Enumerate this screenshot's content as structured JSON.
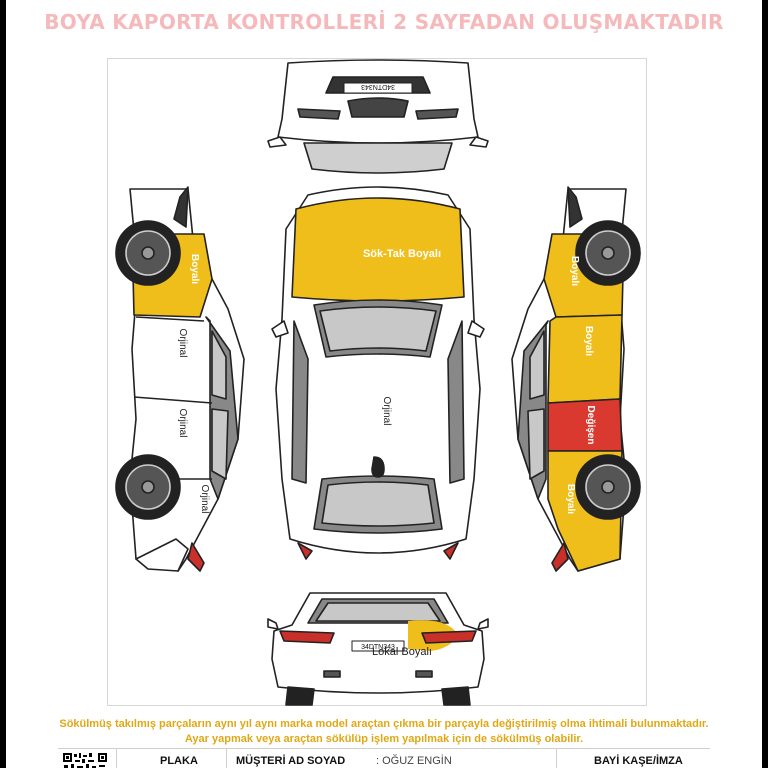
{
  "header": {
    "title": "BOYA KAPORTA KONTROLLERİ 2 SAYFADAN OLUŞMAKTADIR"
  },
  "diagram": {
    "plates": {
      "front": "34DTN343",
      "rear": "34DTN343"
    },
    "labels": {
      "hood": "Sök-Tak Boyalı",
      "roof": "Orjinal",
      "left_fender": "Boyalı",
      "left_front_door": "Orjinal",
      "left_rear_door": "Orjinal",
      "left_quarter": "Orjinal",
      "right_fender": "Boyalı",
      "right_front_door": "Boyalı",
      "right_rear_door": "Değişen",
      "right_quarter": "Boyalı",
      "rear_trunk": "Lokal Boyalı"
    },
    "colors": {
      "painted": "#f0be1a",
      "replaced": "#d9392e",
      "original": "#ffffff"
    }
  },
  "notice": {
    "line1": "Sökülmüş takılmış parçaların aynı yıl aynı marka model araçtan çıkma bir parçayla değiştirilmiş olma ihtimali bulunmaktadır.",
    "line2": "Ayar yapmak veya araçtan sökülüp işlem yapılmak için de sökülmüş olabilir."
  },
  "footer": {
    "plate_label": "PLAKA",
    "customer_label": "MÜŞTERİ AD SOYAD",
    "customer_value": ": OĞUZ ENGİN",
    "dealer_label": "BAYİ KAŞE/İMZA"
  }
}
